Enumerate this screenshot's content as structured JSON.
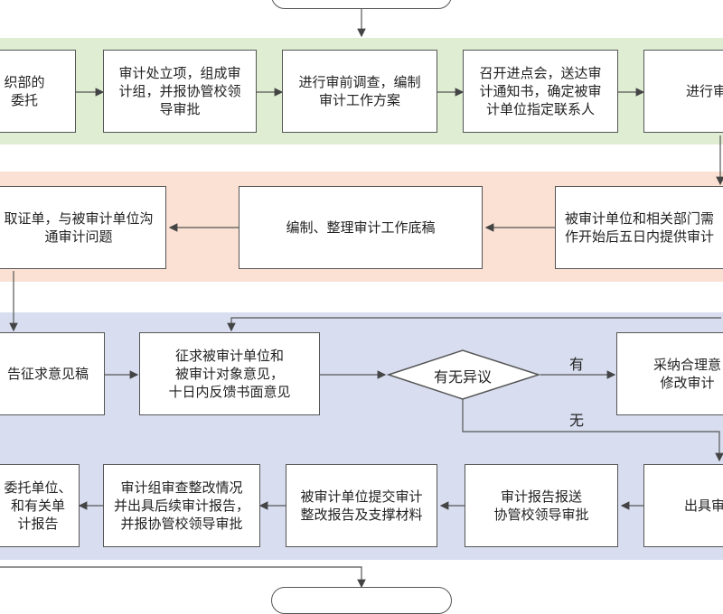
{
  "rows": {
    "row1": [
      {
        "id": "r1b1",
        "text": "织部的\n委托"
      },
      {
        "id": "r1b2",
        "text": "审计处立项，组成审\n计组，并报协管校领\n导审批"
      },
      {
        "id": "r1b3",
        "text": "进行审前调查，编制\n审计工作方案"
      },
      {
        "id": "r1b4",
        "text": "召开进点会，送达审\n计通知书，确定被审\n计单位指定联系人"
      },
      {
        "id": "r1b5",
        "text": "进行审"
      }
    ],
    "row2": [
      {
        "id": "r2b1",
        "text": "取证单，与被审计单位沟\n通审计问题"
      },
      {
        "id": "r2b2",
        "text": "编制、整理审计工作底稿"
      },
      {
        "id": "r2b3",
        "text": "被审计单位和相关部门需\n作开始后五日内提供审计"
      }
    ],
    "row3": [
      {
        "id": "r3b1",
        "text": "告征求意见稿"
      },
      {
        "id": "r3b2",
        "text": "征求被审计单位和\n被审计对象意见，\n十日内反馈书面意见"
      },
      {
        "id": "r3d",
        "text": "有无异议"
      },
      {
        "id": "r3b3",
        "text": "采纳合理意\n修改审计"
      }
    ],
    "row4": [
      {
        "id": "r4b1",
        "text": "委托单位、\n和有关单\n计报告"
      },
      {
        "id": "r4b2",
        "text": "审计组审查整改情况\n并出具后续审计报告，\n并报协管校领导审批"
      },
      {
        "id": "r4b3",
        "text": "被审计单位提交审计\n整改报告及支撑材料"
      },
      {
        "id": "r4b4",
        "text": "审计报告报送\n协管校领导审批"
      },
      {
        "id": "r4b5",
        "text": "出具审"
      }
    ]
  },
  "edge_labels": {
    "yes": "有",
    "no": "无"
  }
}
